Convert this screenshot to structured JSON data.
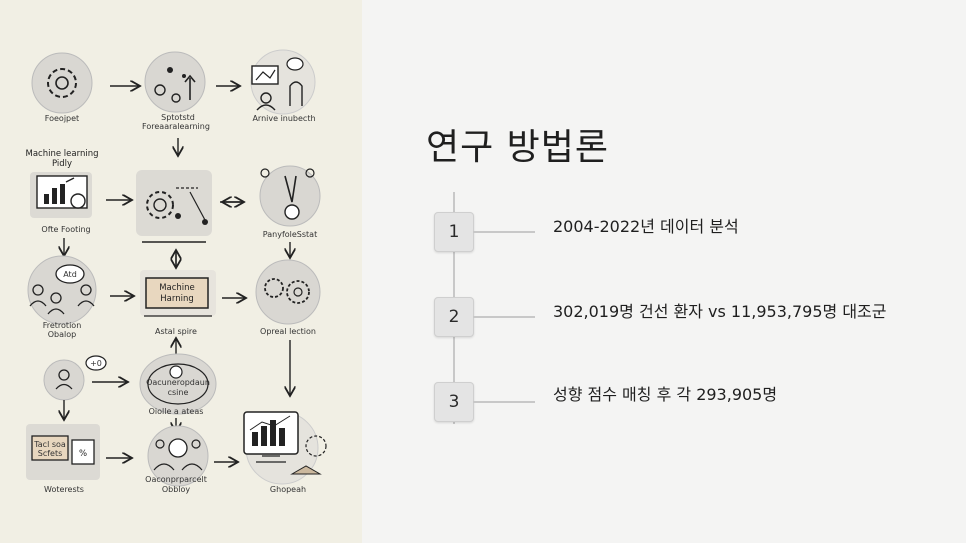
{
  "illustration": {
    "labels": {
      "n1": "Foeojpet",
      "n2a": "Sptotstd",
      "n2b": "Foreaaralearning",
      "n3": "Arnive inubecth",
      "n4a": "Machine learning",
      "n4b": "Pidly",
      "n4c": "Ofte Footing",
      "n6": "PanyfoleSstat",
      "n7a": "Fretrotion",
      "n7b": "Obalop",
      "n8a": "Machine",
      "n8b": "Harning",
      "n8c": "Astal spire",
      "n9": "Opreal lection",
      "n10a": "+0",
      "n11a": "Oacuneropdaun",
      "n11b": "csine",
      "n11c": "Oiolle a ateas",
      "n12a": "Tacl soa",
      "n12b": "Scfets",
      "n12c": "Woterests",
      "n13a": "Oaconprparcelt",
      "n13b": "Obbloy",
      "n14": "Ghopeah"
    }
  },
  "title": "연구 방법론",
  "steps": [
    {
      "number": "1",
      "text": "2004-2022년 데이터 분석"
    },
    {
      "number": "2",
      "text": "302,019명 건선 환자 vs 11,953,795명 대조군"
    },
    {
      "number": "3",
      "text": "성향 점수 매칭 후 각 293,905명"
    }
  ]
}
